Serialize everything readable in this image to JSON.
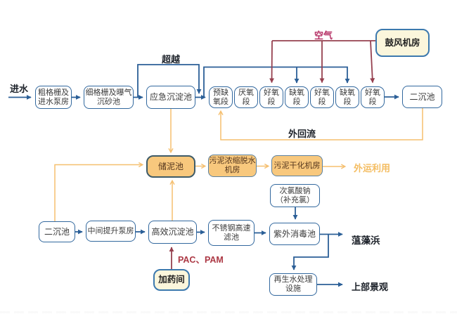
{
  "diagram": {
    "type": "process-flow",
    "language": "zh-CN",
    "labels": {
      "inflow": "进水",
      "bypass": "超越",
      "air": "空气",
      "external_reflux": "外回流",
      "external_reuse": "外运利用",
      "dosing_agents": "PAC、PAM",
      "outfall_creek": "蕰藻浜",
      "upper_landscape": "上部景观"
    },
    "nodes": {
      "coarse_screen_pump": {
        "label": "粗格栅及\n进水泵房"
      },
      "fine_screen_grit": {
        "label": "细格栅及曝气\n沉砂池"
      },
      "emergency_sedimentation": {
        "label": "应急沉淀池"
      },
      "pre_anoxic": {
        "label": "预缺\n氧段"
      },
      "anaerobic": {
        "label": "厌氧\n段"
      },
      "aerobic_1": {
        "label": "好氧\n段"
      },
      "anoxic_1": {
        "label": "缺氧\n段"
      },
      "aerobic_2": {
        "label": "好氧\n段"
      },
      "anoxic_2": {
        "label": "缺氧\n段"
      },
      "aerobic_3": {
        "label": "好氧\n段"
      },
      "secondary_clarifier_top": {
        "label": "二沉池"
      },
      "blower_room": {
        "label": "鼓风机房"
      },
      "sludge_storage": {
        "label": "储泥池"
      },
      "sludge_thickening_dewatering": {
        "label": "污泥浓缩脱水\n机房"
      },
      "sludge_drying": {
        "label": "污泥干化机房"
      },
      "secondary_clarifier_bottom": {
        "label": "二沉池"
      },
      "intermediate_lift_pump": {
        "label": "中间提升泵房"
      },
      "high_efficiency_sedimentation": {
        "label": "高效沉淀池"
      },
      "stainless_steel_filter": {
        "label": "不锈钢高速\n滤池"
      },
      "uv_disinfection": {
        "label": "紫外消毒池"
      },
      "sodium_hypochlorite": {
        "label": "次氯酸钠\n（补充氯）"
      },
      "dosing_room": {
        "label": "加药间"
      },
      "reclaimed_water_facility": {
        "label": "再生水处理\n设施"
      }
    },
    "colors": {
      "flow_line_blue": "#2b5f97",
      "box_border_blue": "#32689e",
      "air_line_red": "#96404f",
      "air_label_magenta": "#b42d62",
      "pac_label_red": "#ac3844",
      "sludge_line_orange": "#f5bf6f",
      "sludge_fill_orange": "#f8c87d",
      "facility_fill_cream": "#fbf6dc",
      "reuse_label_amber": "#f4bd62",
      "dark_label": "#1c2129",
      "box_text": "#3a3a3a"
    }
  }
}
